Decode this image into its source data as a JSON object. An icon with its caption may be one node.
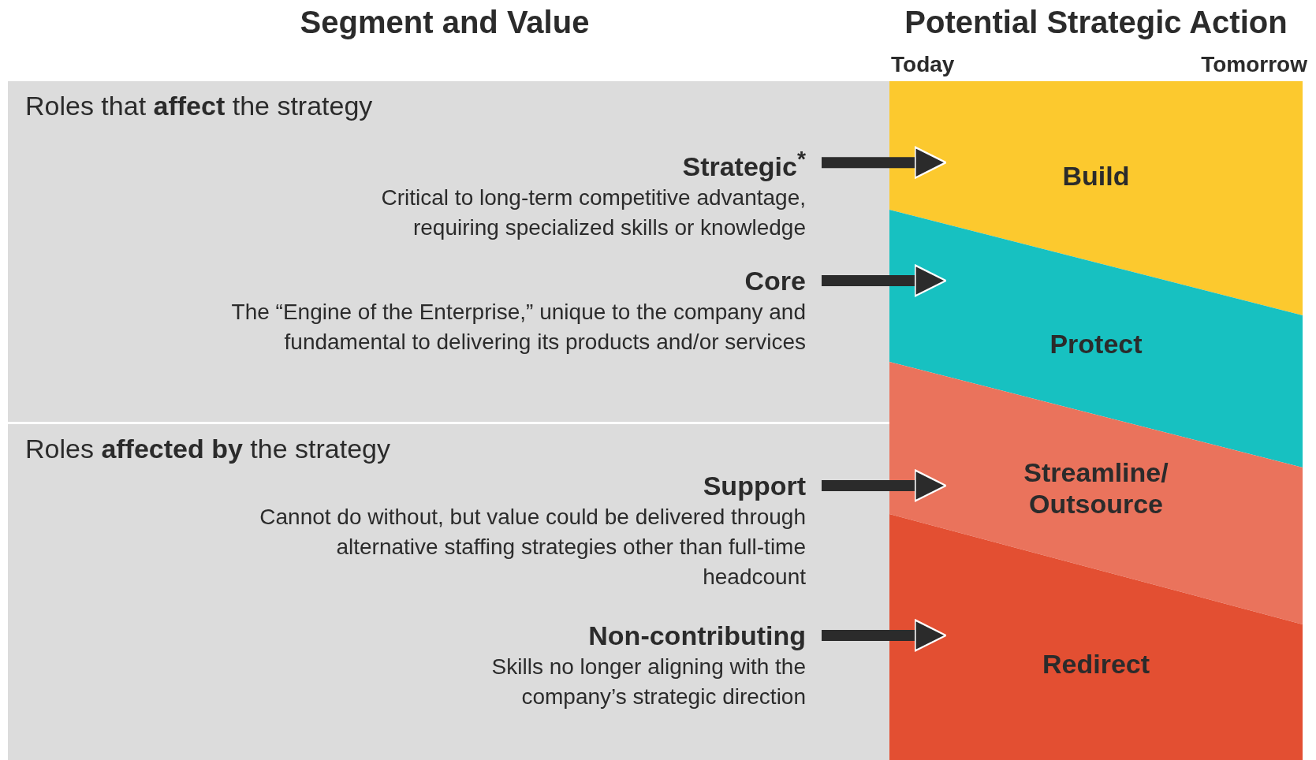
{
  "diagram": {
    "nodes": [
      {
        "text": [
          "Roles that **affect** the strategy"
        ]
      },
      {
        "text": [
          "Strategic$^{*}$",
          "Critical to long-term competitive advantage, requiring specialized skills or knowledge"
        ],
        "in": 0
      },
      {
        "text": [
          "Core",
          "The “Engine of the Enterprise,” unique to the company and fundamental to delivering its products and/or services"
        ],
        "in": 0
      },
      {
        "text": [
          "Roles **affected by** the strategy"
        ]
      },
      {
        "text": [
          "Support",
          "Cannot do without, but value could be delivered through alternative staffing strategies other than full-time headcount"
        ],
        "in": 3
      },
      {
        "text": [
          "Non-contributing",
          "Skills no longer aligning with the company’s strategic direction"
        ],
        "in": 3
      },
      {
        "text": [
          "Build"
        ]
      },
      {
        "text": [
          "Protect"
        ]
      },
      {
        "text": [
          "Streamline/ Outsource"
        ]
      },
      {
        "text": [
          "Redirect"
        ]
      }
    ],
    "edges": [
      {
        "from": 1,
        "to": 6,
        "arrow": "to"
      },
      {
        "from": 2,
        "to": 7,
        "arrow": "to"
      },
      {
        "from": 4,
        "to": 8,
        "arrow": "to"
      },
      {
        "from": 5,
        "to": 9,
        "arrow": "to"
      }
    ],
    "labels": [
      "Segment and Value",
      "Potential Strategic Action",
      "Today",
      "Tomorrow"
    ]
  }
}
